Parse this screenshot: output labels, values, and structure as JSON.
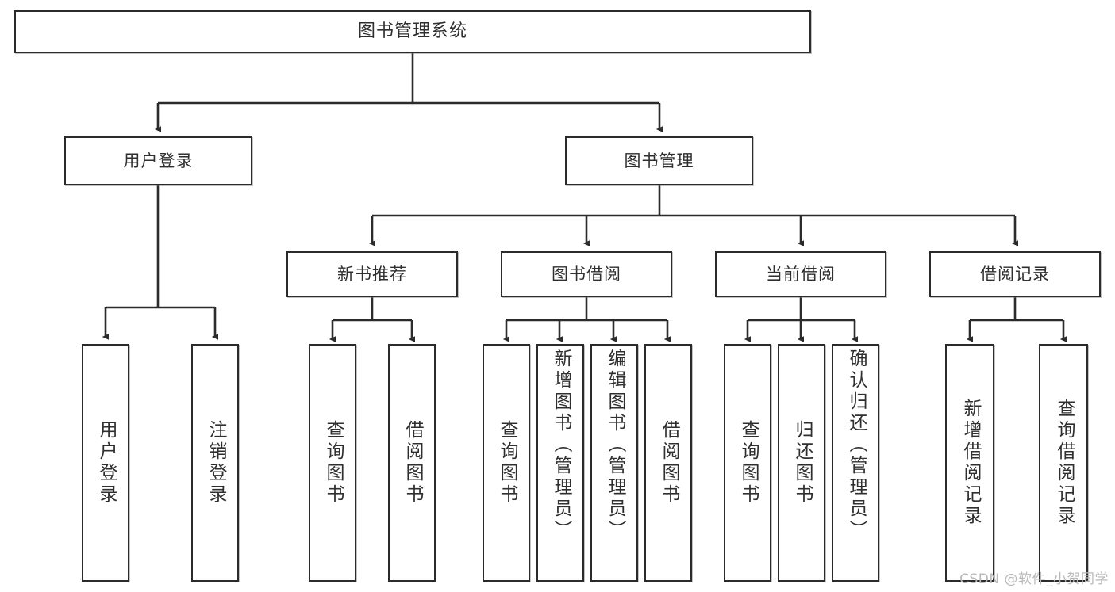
{
  "diagram": {
    "title": "图书管理系统",
    "type": "tree-hierarchy-chart",
    "watermark": "CSDN @软件_小贺同学",
    "colors": {
      "node_border": "#2b2b2b",
      "node_fill": "#ffffff",
      "edge": "#2b2b2b",
      "text": "#2f2f2f",
      "background": "#ffffff",
      "watermark_text": "#b9b9b9"
    },
    "levels": {
      "root": "图书管理系统",
      "level2": [
        "用户登录",
        "图书管理"
      ],
      "level3": [
        "新书推荐",
        "图书借阅",
        "当前借阅",
        "借阅记录"
      ]
    },
    "nodes": {
      "root": {
        "label": "图书管理系统"
      },
      "user_login": {
        "label": "用户登录"
      },
      "book_manage": {
        "label": "图书管理"
      },
      "new_book_rec": {
        "label": "新书推荐"
      },
      "book_borrow": {
        "label": "图书借阅"
      },
      "current_borrow": {
        "label": "当前借阅"
      },
      "borrow_record": {
        "label": "借阅记录"
      },
      "leaf_user_login": {
        "label": "用户登录"
      },
      "leaf_logout": {
        "label": "注销登录"
      },
      "leaf_query_book_1": {
        "label": "查询图书"
      },
      "leaf_borrow_book_1": {
        "label": "借阅图书"
      },
      "leaf_query_book_2": {
        "label": "查询图书"
      },
      "leaf_add_book": {
        "label": "新增图书（管理员）"
      },
      "leaf_edit_book": {
        "label": "编辑图书（管理员）"
      },
      "leaf_borrow_book_2": {
        "label": "借阅图书"
      },
      "leaf_query_book_3": {
        "label": "查询图书"
      },
      "leaf_return_book": {
        "label": "归还图书"
      },
      "leaf_confirm_return": {
        "label": "确认归还（管理员）"
      },
      "leaf_add_record": {
        "label": "新增借阅记录"
      },
      "leaf_query_record": {
        "label": "查询借阅记录"
      }
    },
    "edges": [
      {
        "from": "root",
        "to": "user_login"
      },
      {
        "from": "root",
        "to": "book_manage"
      },
      {
        "from": "user_login",
        "to": "leaf_user_login"
      },
      {
        "from": "user_login",
        "to": "leaf_logout"
      },
      {
        "from": "book_manage",
        "to": "new_book_rec"
      },
      {
        "from": "book_manage",
        "to": "book_borrow"
      },
      {
        "from": "book_manage",
        "to": "current_borrow"
      },
      {
        "from": "book_manage",
        "to": "borrow_record"
      },
      {
        "from": "new_book_rec",
        "to": "leaf_query_book_1"
      },
      {
        "from": "new_book_rec",
        "to": "leaf_borrow_book_1"
      },
      {
        "from": "book_borrow",
        "to": "leaf_query_book_2"
      },
      {
        "from": "book_borrow",
        "to": "leaf_add_book"
      },
      {
        "from": "book_borrow",
        "to": "leaf_edit_book"
      },
      {
        "from": "book_borrow",
        "to": "leaf_borrow_book_2"
      },
      {
        "from": "current_borrow",
        "to": "leaf_query_book_3"
      },
      {
        "from": "current_borrow",
        "to": "leaf_return_book"
      },
      {
        "from": "current_borrow",
        "to": "leaf_confirm_return"
      },
      {
        "from": "borrow_record",
        "to": "leaf_add_record"
      },
      {
        "from": "borrow_record",
        "to": "leaf_query_record"
      }
    ]
  }
}
